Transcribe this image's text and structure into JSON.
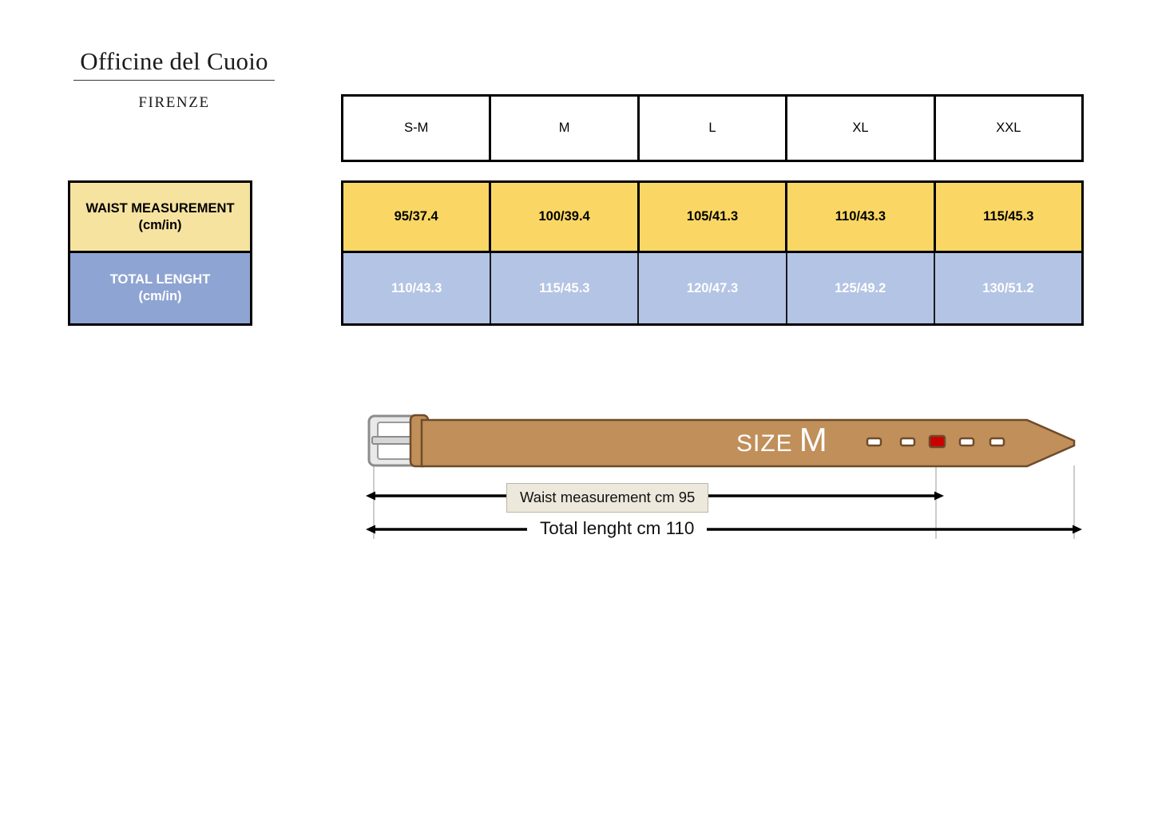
{
  "brand": {
    "name": "Officine del Cuoio",
    "city": "FIRENZE"
  },
  "row_labels": {
    "waist": {
      "title": "WAIST MEASUREMENT",
      "unit": "(cm/in)"
    },
    "total": {
      "title": "TOTAL LENGHT",
      "unit": "(cm/in)"
    }
  },
  "size_table": {
    "headers": [
      "S-M",
      "M",
      "L",
      "XL",
      "XXL"
    ],
    "waist_values": [
      "95/37.4",
      "100/39.4",
      "105/41.3",
      "110/43.3",
      "115/45.3"
    ],
    "total_values": [
      "110/43.3",
      "115/45.3",
      "120/47.3",
      "125/49.2",
      "130/51.2"
    ]
  },
  "belt": {
    "size_stamp_word": "SIZE",
    "size_stamp_value": "M",
    "waist_dimension_label": "Waist measurement  cm 95",
    "total_dimension_label": "Total lenght cm 110",
    "hole_count": 5,
    "active_hole_index": 3
  },
  "colors": {
    "label_yellow": "#F6E3A0",
    "label_blue": "#8EA4D2",
    "data_yellow": "#FAD764",
    "data_blue": "#B4C4E4",
    "leather": "#C08F5A",
    "leather_edge": "#6E4B2A",
    "buckle": "#D8D8D8",
    "active_hole": "#CC0000"
  }
}
